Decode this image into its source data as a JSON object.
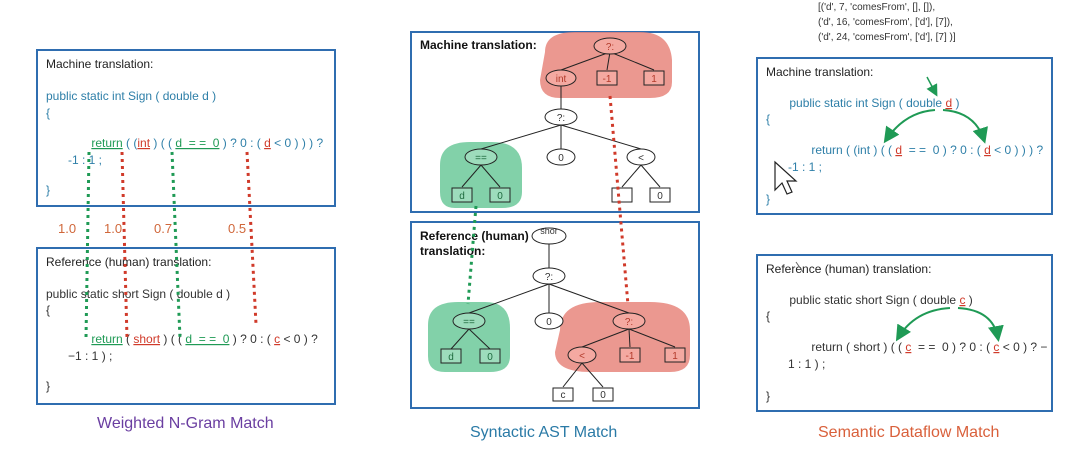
{
  "colors": {
    "box_border": "#2f6db0",
    "code_blue": "#2e7fa8",
    "code_dark": "#333333",
    "red": "#d03a2a",
    "green": "#1f9a55",
    "red_fill": "#e8867c",
    "green_fill": "#6cc99a",
    "ngram_title": "#6a3ea1",
    "ast_title": "#2a7aa6",
    "dataflow_title": "#d9603b"
  },
  "ngram": {
    "machine_label": "Machine translation:",
    "machine_line1": "public static int Sign ( double d )",
    "machine_open": "{",
    "machine_return": "return",
    "machine_paren1": " ( (",
    "machine_int": "int",
    "machine_mid": " ) ( ( ",
    "machine_eq": "d  = =  0",
    "machine_tern": " ) ? 0 : ( ",
    "machine_lt": "d",
    "machine_end": " < 0 ) ) ) ?",
    "machine_line3": "-1 : 1 ;",
    "machine_close": "}",
    "weights": [
      "1.0",
      "1.0",
      "0.7",
      "0.5"
    ],
    "reference_label": "Reference (human) translation:",
    "reference_line1": "public static short Sign ( double d )",
    "reference_open": "{",
    "reference_return": "return",
    "reference_paren1": " ( ",
    "reference_short": "short",
    "reference_mid": " ) ( ( ",
    "reference_eq": "d  = =  0",
    "reference_tern": " ) ? 0 : ( ",
    "reference_lt": "c",
    "reference_end": " < 0 ) ?",
    "reference_line3": "−1 : 1 ) ;",
    "reference_close": "}",
    "title": "Weighted N-Gram Match"
  },
  "ast": {
    "machine_label": "Machine translation:",
    "machine_nodes": {
      "root": "?:",
      "int": "int",
      "neg1": "-1",
      "one": "1",
      "tern": "?:",
      "eqeq": "==",
      "zero": "0",
      "lt": "<",
      "d": "d",
      "zero2": "0",
      "lt_left": "",
      "lt_right": "0"
    },
    "reference_label_1": "Reference (human)",
    "reference_label_2": "translation:",
    "reference_nodes": {
      "root": "shor",
      "tern": "?:",
      "eqeq": "==",
      "zero": "0",
      "tern2": "?:",
      "d": "d",
      "zero2": "0",
      "lt": "<",
      "neg1": "-1",
      "one": "1",
      "c": "c",
      "zero3": "0"
    },
    "title": "Syntactic AST Match"
  },
  "dataflow": {
    "list_line1": "[('d', 7, 'comesFrom', [], []),",
    "list_line2": "('d', 16, 'comesFrom', ['d'], [7]),",
    "list_line3": "('d', 24, 'comesFrom', ['d'], [7] )]",
    "machine_label": "Machine translation:",
    "machine_line1_pre": "public static int Sign ( double ",
    "machine_line1_var": "d",
    "machine_line1_post": " )",
    "machine_open": "{",
    "machine_line2_pre": "return ( (int ) ( ( ",
    "machine_line2_var1": "d",
    "machine_line2_mid": "  = =  0 ) ? 0 : ( ",
    "machine_line2_var2": "d",
    "machine_line2_post": " < 0 ) ) ) ?",
    "machine_line3": "-1 : 1 ;",
    "machine_close": "}",
    "reference_label": "Reference (human) translation:",
    "reference_line1_pre": "public static short Sign ( double ",
    "reference_line1_var": "c",
    "reference_line1_post": " )",
    "reference_open": "{",
    "reference_line2_pre": "return ( short ) ( ( ",
    "reference_line2_var1": "c",
    "reference_line2_mid": "  = =  0 ) ? 0 : ( ",
    "reference_line2_var2": "c",
    "reference_line2_post": " < 0 ) ? −",
    "reference_line3": "1 : 1 ) ;",
    "reference_close": "}",
    "title": "Semantic Dataflow Match"
  }
}
